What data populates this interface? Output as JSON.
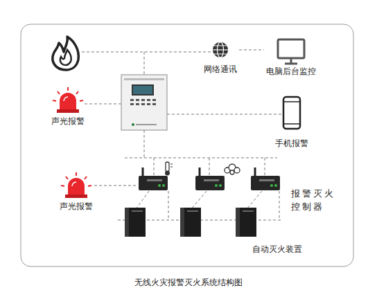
{
  "diagram": {
    "caption": "无线火灾报警灭火系统结构图",
    "nodes": [
      {
        "text": [
          "网络通讯"
        ]
      },
      {
        "text": [
          "电脑后台监控"
        ]
      },
      {
        "text": [
          "声光报警"
        ]
      },
      {
        "text": [
          "手机报警"
        ]
      },
      {
        "text": [
          "声光报警"
        ]
      }
    ],
    "edges": [
      {
        "from": 0,
        "to": 1,
        "arrow": "none"
      }
    ],
    "labels": [
      "报警灭火控制器",
      "自动灭火装置"
    ]
  }
}
